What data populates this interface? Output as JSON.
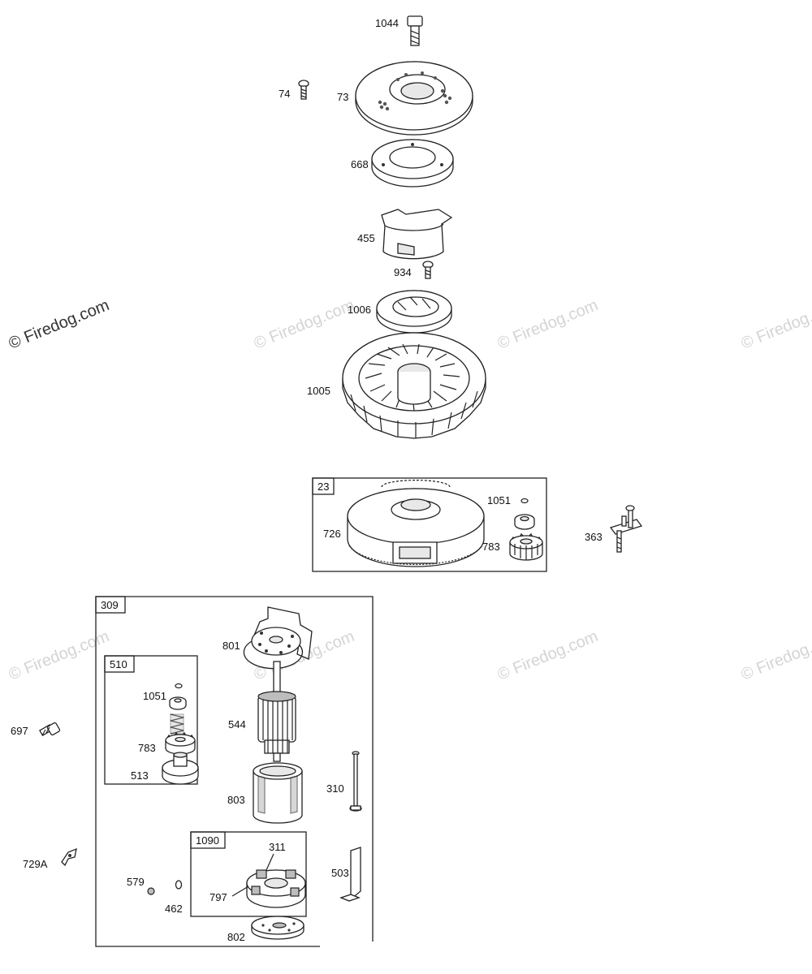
{
  "watermarks": {
    "main": "© Firedog.com",
    "faint": "© Firedog.com"
  },
  "labels": {
    "p1044": "1044",
    "p74": "74",
    "p73": "73",
    "p668": "668",
    "p455": "455",
    "p934": "934",
    "p1006": "1006",
    "p1005": "1005",
    "p23": "23",
    "p1051a": "1051",
    "p726": "726",
    "p783a": "783",
    "p363": "363",
    "p309": "309",
    "p801": "801",
    "p510": "510",
    "p1051b": "1051",
    "p544": "544",
    "p697": "697",
    "p783b": "783",
    "p513": "513",
    "p310": "310",
    "p803": "803",
    "p1090": "1090",
    "p311": "311",
    "p729a": "729A",
    "p503": "503",
    "p579": "579",
    "p797": "797",
    "p462": "462",
    "p802": "802"
  }
}
